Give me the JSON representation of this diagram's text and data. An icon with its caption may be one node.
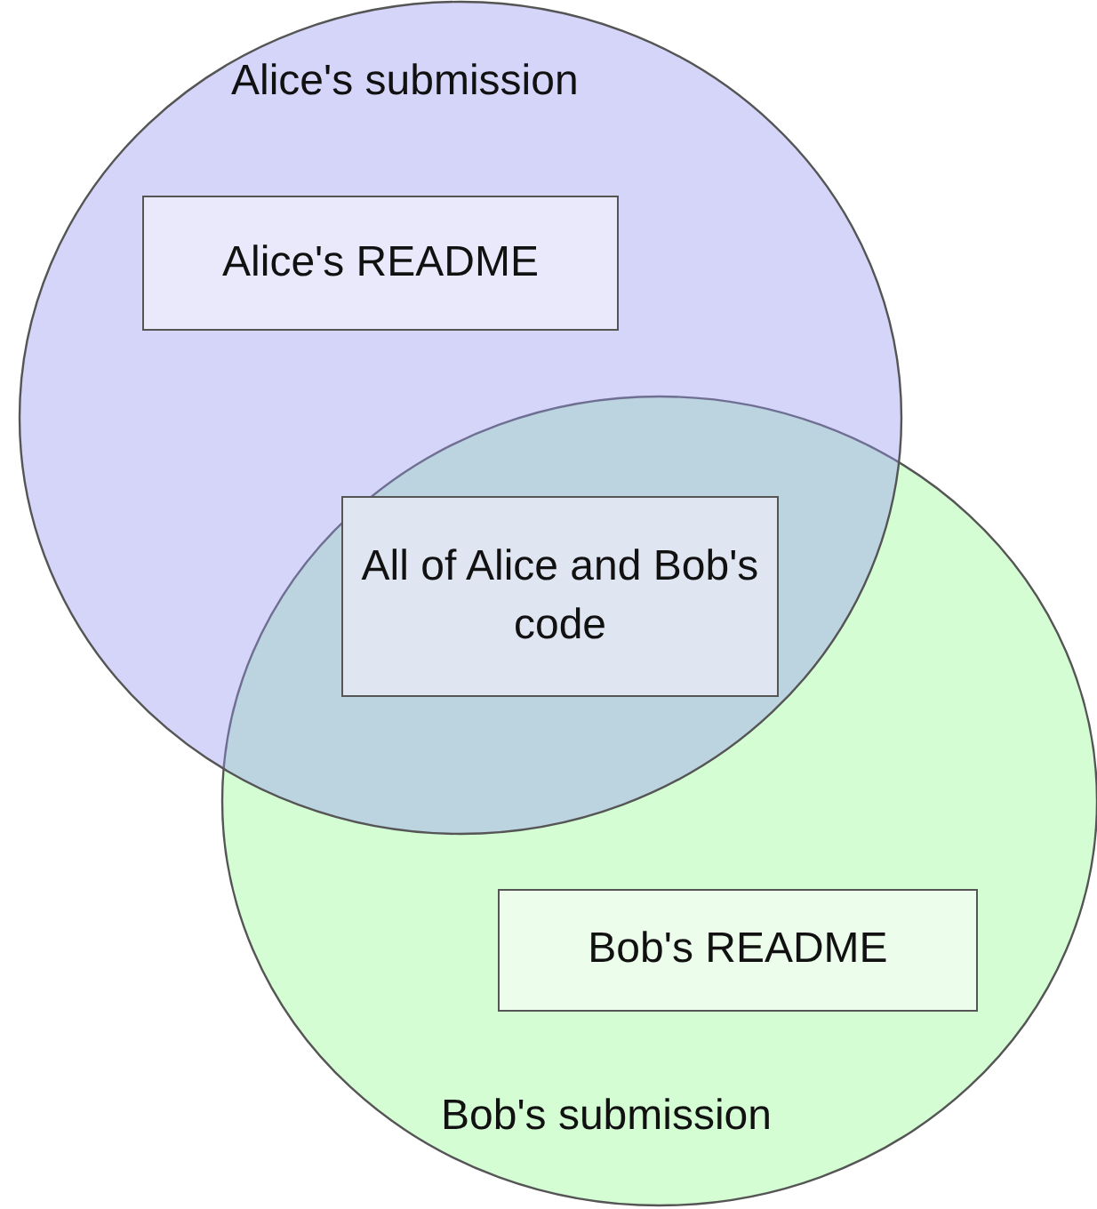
{
  "diagram": {
    "nodes": [
      {
        "text": [
          "Alice's submission"
        ]
      },
      {
        "text": [
          "Alice's README"
        ],
        "in": 0
      },
      {
        "text": [
          "All of Alice and Bob's code"
        ]
      },
      {
        "text": [
          "Bob's submission"
        ]
      },
      {
        "text": [
          "Bob's README"
        ],
        "in": 3
      }
    ]
  }
}
